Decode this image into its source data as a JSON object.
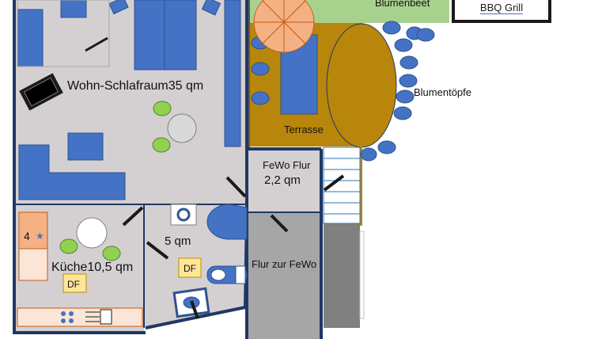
{
  "rooms": {
    "living": "Wohn-Schlafraum35 qm",
    "kitchen": "Küche10,5 qm",
    "bath": "5 qm",
    "fewo_hall_name": "FeWo Flur",
    "fewo_hall_area": "2,2 qm",
    "hall_to_fewo": "Flur zur FeWo",
    "terrace": "Terrasse"
  },
  "garden": {
    "flower_bed": "Blumenbeet",
    "flower_pots": "Blumentöpfe",
    "bbq": "BBQ Grill"
  },
  "fixtures": {
    "stove_number": "4",
    "skylight_kitchen": "DF",
    "skylight_bath": "DF"
  },
  "colors": {
    "floor": "#d4d0d2",
    "furniture": "#4472c4",
    "wall": "#1f3864",
    "terrace": "#b8860b",
    "lawn": "#a9d18e",
    "umbrella": "#f4b183",
    "accent_green": "#92d050",
    "counter": "#f8cbad",
    "skylight": "#ffe699",
    "stairs_border": "#2e75b6"
  }
}
